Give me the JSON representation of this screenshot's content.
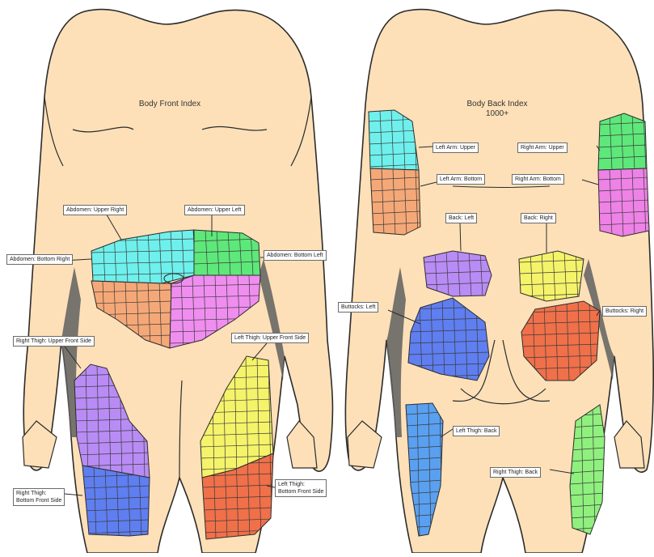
{
  "front": {
    "title": "Body Front Index",
    "labels": {
      "abd_upper_right": "Abdomen: Upper Right",
      "abd_upper_left": "Abdomen: Upper Left",
      "abd_bottom_right": "Abdomen: Bottom Right",
      "abd_bottom_left": "Abdomen: Bottom Left",
      "thigh_right_upper": "Right Thigh: Upper Front Side",
      "thigh_left_upper": "Left Thigh: Upper Front Side",
      "thigh_right_bottom_1": "Right Thigh:",
      "thigh_right_bottom_2": "Bottom Front Side",
      "thigh_left_bottom_1": "Left Thigh:",
      "thigh_left_bottom_2": "Bottom Front Side"
    }
  },
  "back": {
    "title_1": "Body Back Index",
    "title_2": "1000+",
    "labels": {
      "left_arm_upper": "Left Arm: Upper",
      "left_arm_bottom": "Left Arm: Bottom",
      "right_arm_upper": "Right Arm: Upper",
      "right_arm_bottom": "Right Arm: Bottom",
      "back_left": "Back: Left",
      "back_right": "Back: Right",
      "buttocks_left": "Buttocks: Left",
      "buttocks_right": "Buttocks: Right",
      "left_thigh_back": "Left Thigh: Back",
      "right_thigh_back": "Right Thigh: Back"
    }
  },
  "colors": {
    "skin": "#fde0b8",
    "outline": "#2b2b2b",
    "shadow": "#5f5f5f",
    "cyan": "#6ff0ec",
    "green": "#5ee87a",
    "salmon": "#f5a877",
    "pink": "#f08ef0",
    "purple": "#b98cf5",
    "blue": "#5f7ef0",
    "yellow": "#f5f36a",
    "red": "#f0704a",
    "lightgreen": "#8ff07e",
    "skyblue": "#5aa0f0",
    "magenta": "#ee82e6"
  }
}
